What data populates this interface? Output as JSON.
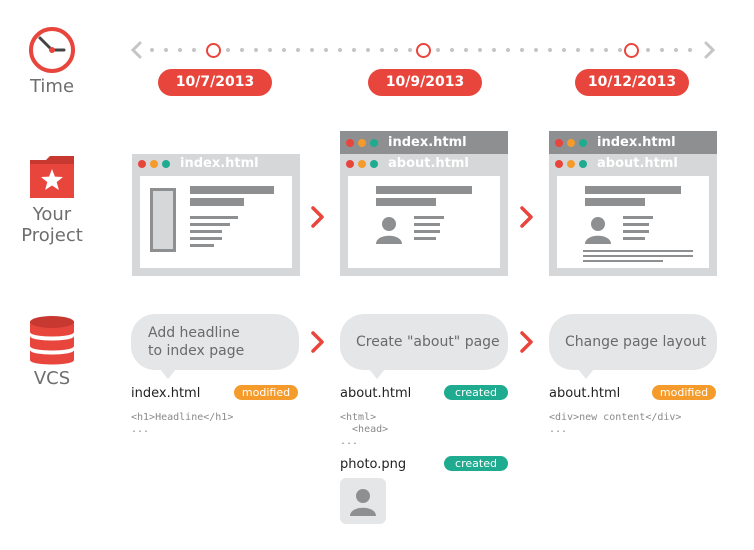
{
  "colors": {
    "accent": "#e8453c",
    "window_frame": "#d6d7d8",
    "window_bar_dark": "#8e8f91",
    "badge_modified": "#f59b2b",
    "badge_created": "#1fab8f",
    "bubble": "#e5e6e7"
  },
  "rows": {
    "time": "Time",
    "project_line1": "Your",
    "project_line2": "Project",
    "vcs": "VCS"
  },
  "timeline": {
    "dates": [
      "10/7/2013",
      "10/9/2013",
      "10/12/2013"
    ]
  },
  "windows": {
    "index": "index.html",
    "about": "about.html"
  },
  "commits": [
    {
      "message_line1": "Add headline",
      "message_line2": "to index page",
      "file": "index.html",
      "status": "modified",
      "code": "<h1>Headline</h1>\n..."
    },
    {
      "message_line1": "Create \"about\" page",
      "file": "about.html",
      "status": "created",
      "code": "<html>\n  <head>\n...",
      "file2": "photo.png",
      "status2": "created"
    },
    {
      "message_line1": "Change page layout",
      "file": "about.html",
      "status": "modified",
      "code": "<div>new content</div>\n..."
    }
  ]
}
